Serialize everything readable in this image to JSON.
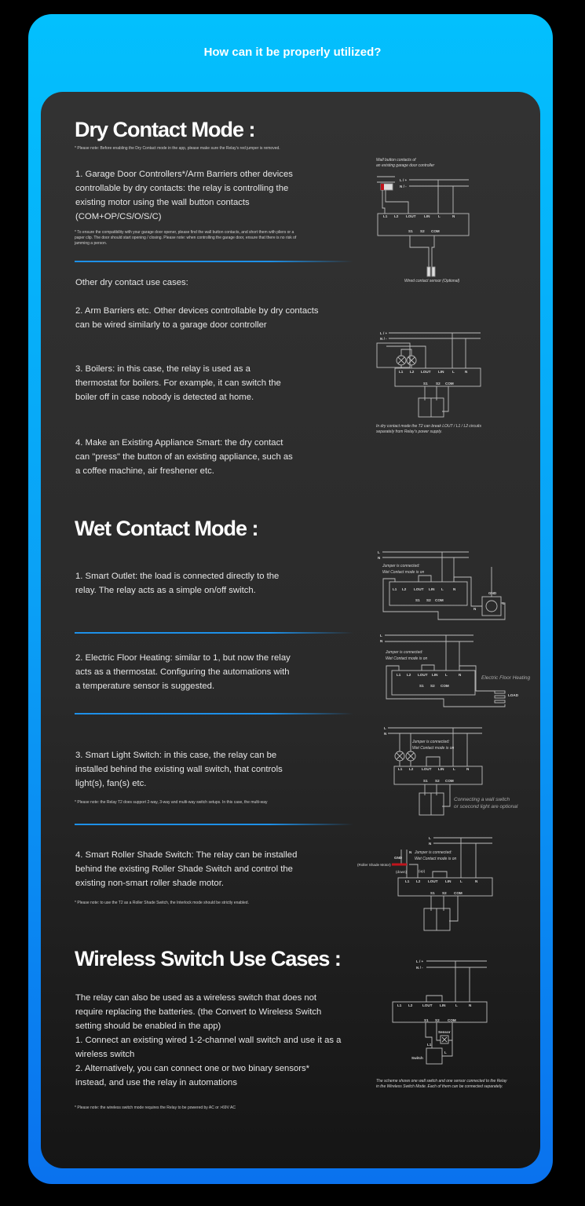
{
  "header": {
    "title": "How can it be properly utilized?"
  },
  "colors": {
    "accent": "#0aa0f6",
    "panel": "#2a2a2a",
    "jumper": "#c0141c"
  },
  "dry": {
    "heading": "Dry Contact Mode :",
    "note": "* Please note: Before enabling the Dry Contact mode in the app, please make sure the Relay's red jumper is removed.",
    "item1": "1. Garage Door Controllers*/Arm Barriers other devices controllable by dry contacts: the relay is controlling the existing motor using the wall button contacts (COM+OP/CS/O/S/C)",
    "item1_note": "* To ensure the compatibility with your garage door opener, please find the wall button contacts, and short them with pliers or a paper clip. The door should start opening / closing. Please note: when controlling the garage door, ensure that there is no risk of jamming a person.",
    "other_title": "Other dry contact use cases:",
    "item2": "2. Arm Barriers etc. Other devices controllable by dry contacts can be wired similarly to a garage door controller",
    "item3": "3. Boilers: in this case, the relay is used as a thermostat for boilers. For example, it can switch the boiler off in case nobody is detected at home.",
    "item4": "4. Make an Existing Appliance Smart: the dry contact can \"press\" the button of an existing appliance, such as a coffee machine, air freshener etc."
  },
  "wet": {
    "heading": "Wet Contact Mode :",
    "item1": "1. Smart Outlet:  the load is connected directly to the relay. The relay acts as a simple on/off switch.",
    "item2": "2. Electric Floor Heating: similar to 1, but now the relay acts as a thermostat. Configuring the automations with a temperature sensor is suggested.",
    "item3": "3. Smart Light  Switch: in this case, the relay can be installed behind the existing wall switch, that controls light(s), fan(s) etc.",
    "item3_note": "* Please note: the Relay T2 does support 2-way, 3-way and multi-way switch setups. In this case, the multi-way",
    "item4": "4. Smart Roller Shade Switch: The relay can be installed behind the existing Roller Shade Switch and control the existing non-smart roller shade motor.",
    "item4_note": "* Please note: to use the T2 as a Roller Shade Switch, the Interlock mode should be strictly enabled."
  },
  "wireless": {
    "heading": "Wireless Switch Use Cases :",
    "text": "The relay can also be used as a wireless switch that does not require replacing the batteries. (the Convert to Wireless Switch setting should be enabled in the app)",
    "point1": "1. Connect an existing wired 1-2-channel wall switch and use it as a wireless switch",
    "point2": "2. Alternatively, you can connect one or two binary sensors* instead, and use the relay in automations",
    "note": "* Please note: the wireless switch mode requires the Relay to be powered by AC or >69V AC"
  },
  "diagram_labels": {
    "terminals": [
      "L1",
      "L2",
      "LOUT",
      "LIN",
      "L",
      "N"
    ],
    "inputs": [
      "S1",
      "S2",
      "COM"
    ],
    "line_plus": "L / +",
    "neutral_minus": "N / -",
    "line": "L",
    "neutral": "N",
    "garage_caption_1": "Wall button contacts of",
    "garage_caption_2": "an existing garage door controller",
    "sensor_caption": "Wired contact sensor (Optional)",
    "dry_caption_1": "In dry contact mode the T2 can break LOUT / L1 / L2 circuits",
    "dry_caption_2": "separately from Relay's power supply.",
    "jumper_1": "Jumper is connected:",
    "jumper_2": "Wet Contact mode is on",
    "gnd": "GND",
    "floor_heating": "Electric Floor Heating",
    "load": "LOAD",
    "optional_1": "Connecting a wall switch",
    "optional_2": "or scecond light are optional",
    "roller_motor": "(Roller Shade Motor)",
    "down": "(down)",
    "up": "(up)",
    "sensor": "Sensor",
    "switch": "Switch",
    "wireless_caption_1": "The scheme shows one wall switch and one sensor connected to the Relay",
    "wireless_caption_2": "in the Wireless Switch Mode. Each of them can be connected separately."
  }
}
